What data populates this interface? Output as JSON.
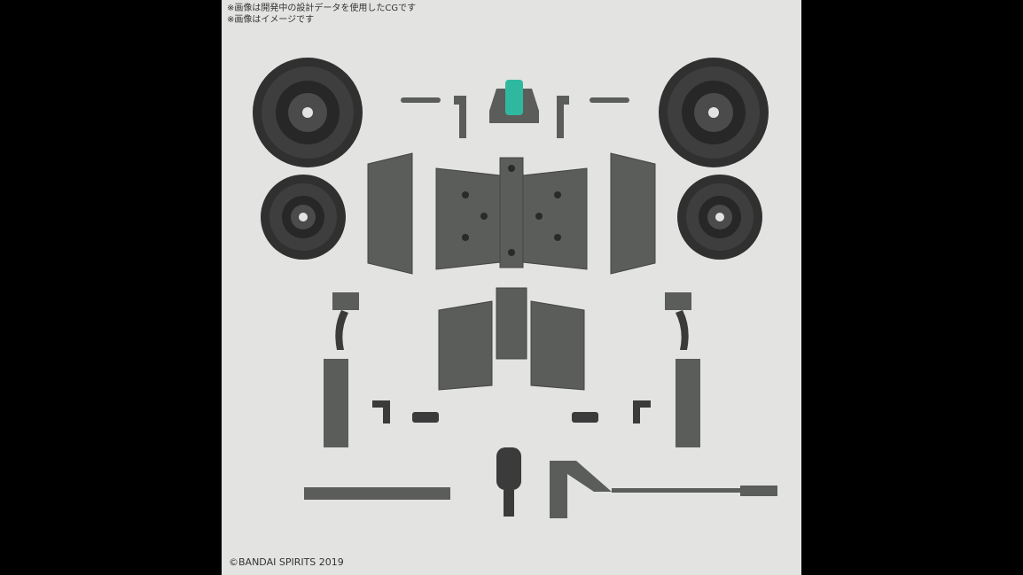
{
  "notes": [
    "※画像は開発中の設計データを使用したCGです",
    "※画像はイメージです"
  ],
  "copyright": "©BANDAI SPIRITS 2019",
  "colors": {
    "background": "#e3e3e1",
    "part": "#5b5d5b",
    "tire": "#2e2f2e",
    "accent": "#2fb8a0"
  }
}
